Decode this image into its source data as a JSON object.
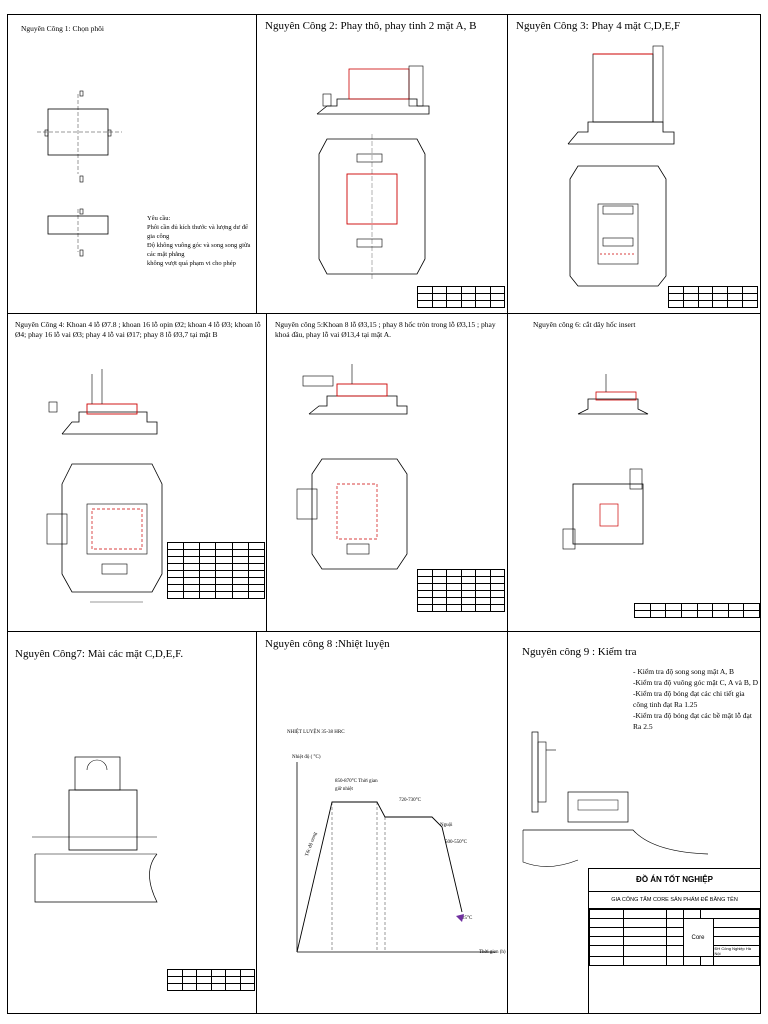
{
  "ops": [
    {
      "title": "Nguyên Công 1: Chọn phôi"
    },
    {
      "title": "Nguyên Công 2: Phay thô, phay tinh 2 mặt A, B"
    },
    {
      "title": "Nguyên Công 3: Phay 4 mặt C,D,E,F"
    },
    {
      "title": "Nguyên Công 4: Khoan 4 lỗ Ø7.8 ; khoan 16 lỗ opin Ø2; khoan 4 lỗ Ø3; khoan lỗ Ø4; phay 16 lỗ vai Ø3; phay 4 lỗ vai Ø17; phay 8 lỗ Ø3,7 tại mặt B"
    },
    {
      "title": "Nguyên công 5:Khoan 8 lỗ Ø3,15 ; phay 8 hốc tròn trong lỗ Ø3,15 ; phay khoả đầu, phay lỗ vai Ø13,4 tại mặt A."
    },
    {
      "title": "Nguyên công 6: cắt dây hốc insert"
    },
    {
      "title": "Nguyên Công7: Mài các mặt C,D,E,F."
    },
    {
      "title": "Nguyên công 8 :Nhiệt luyện"
    },
    {
      "title": "Nguyên công 9 : Kiểm tra"
    }
  ],
  "op1_requirements": {
    "heading": "Yêu cầu:",
    "lines": [
      "Phôi cần đủ kích thước và lượng dư để gia công",
      "Độ không  vuông góc và song song giữa các mặt phẳng",
      "không vượt quá phạm vi cho phép"
    ]
  },
  "op8_chart": {
    "heading": "NHIỆT LUYỆN 35-38 HRC",
    "ylabel": "Nhiệt độ ( °C)",
    "xlabel": "Thời gian (h)",
    "label_hold1": "850-870°C Thời gian giữ nhiệt",
    "label_hold2": "720-730°C",
    "label_cool": "Nguội",
    "label_cool_range": "500-550°C",
    "label_end": "25°C",
    "label_ramp": "Tốc độ nung"
  },
  "op9_checks": [
    "- Kiểm tra độ song song mặt A, B",
    "-Kiểm tra độ vuông góc mặt C, A và B, D",
    "-Kiểm tra độ bóng đạt các chi tiết gia công tinh đạt Ra 1.25",
    "-Kiểm tra độ bóng đạt các bề mặt lỗ đạt Ra 2.5"
  ],
  "title_block": {
    "project": "ĐỒ ÁN TỐT NGHIỆP",
    "subject": "GIA CÔNG TẤM CORE SẢN PHẨM ĐẾ BĂNG TÊN",
    "part": "Core",
    "school": "ĐH Công Nghiệp Hà Nội"
  }
}
